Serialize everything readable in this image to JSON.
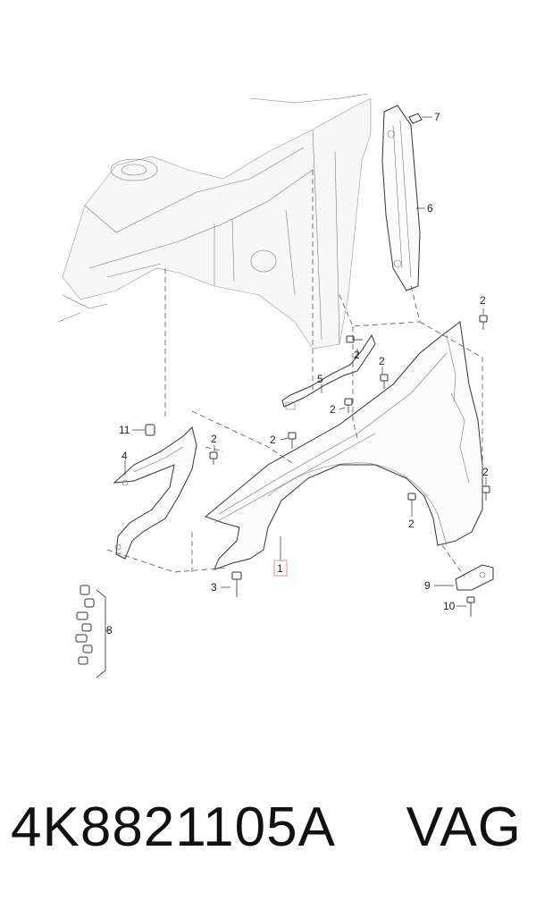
{
  "diagram": {
    "callouts": {
      "c1": "1",
      "c2a": "2",
      "c2b": "2",
      "c2c": "2",
      "c2d": "2",
      "c2e": "2",
      "c2f": "2",
      "c2g": "2",
      "c3": "3",
      "c4": "4",
      "c5": "5",
      "c6": "6",
      "c7": "7",
      "c8": "8",
      "c9": "9",
      "c10": "10",
      "c11": "11"
    },
    "highlight_color": "#e88888"
  },
  "footer": {
    "part_number": "4K8821105A",
    "brand": "VAG"
  }
}
